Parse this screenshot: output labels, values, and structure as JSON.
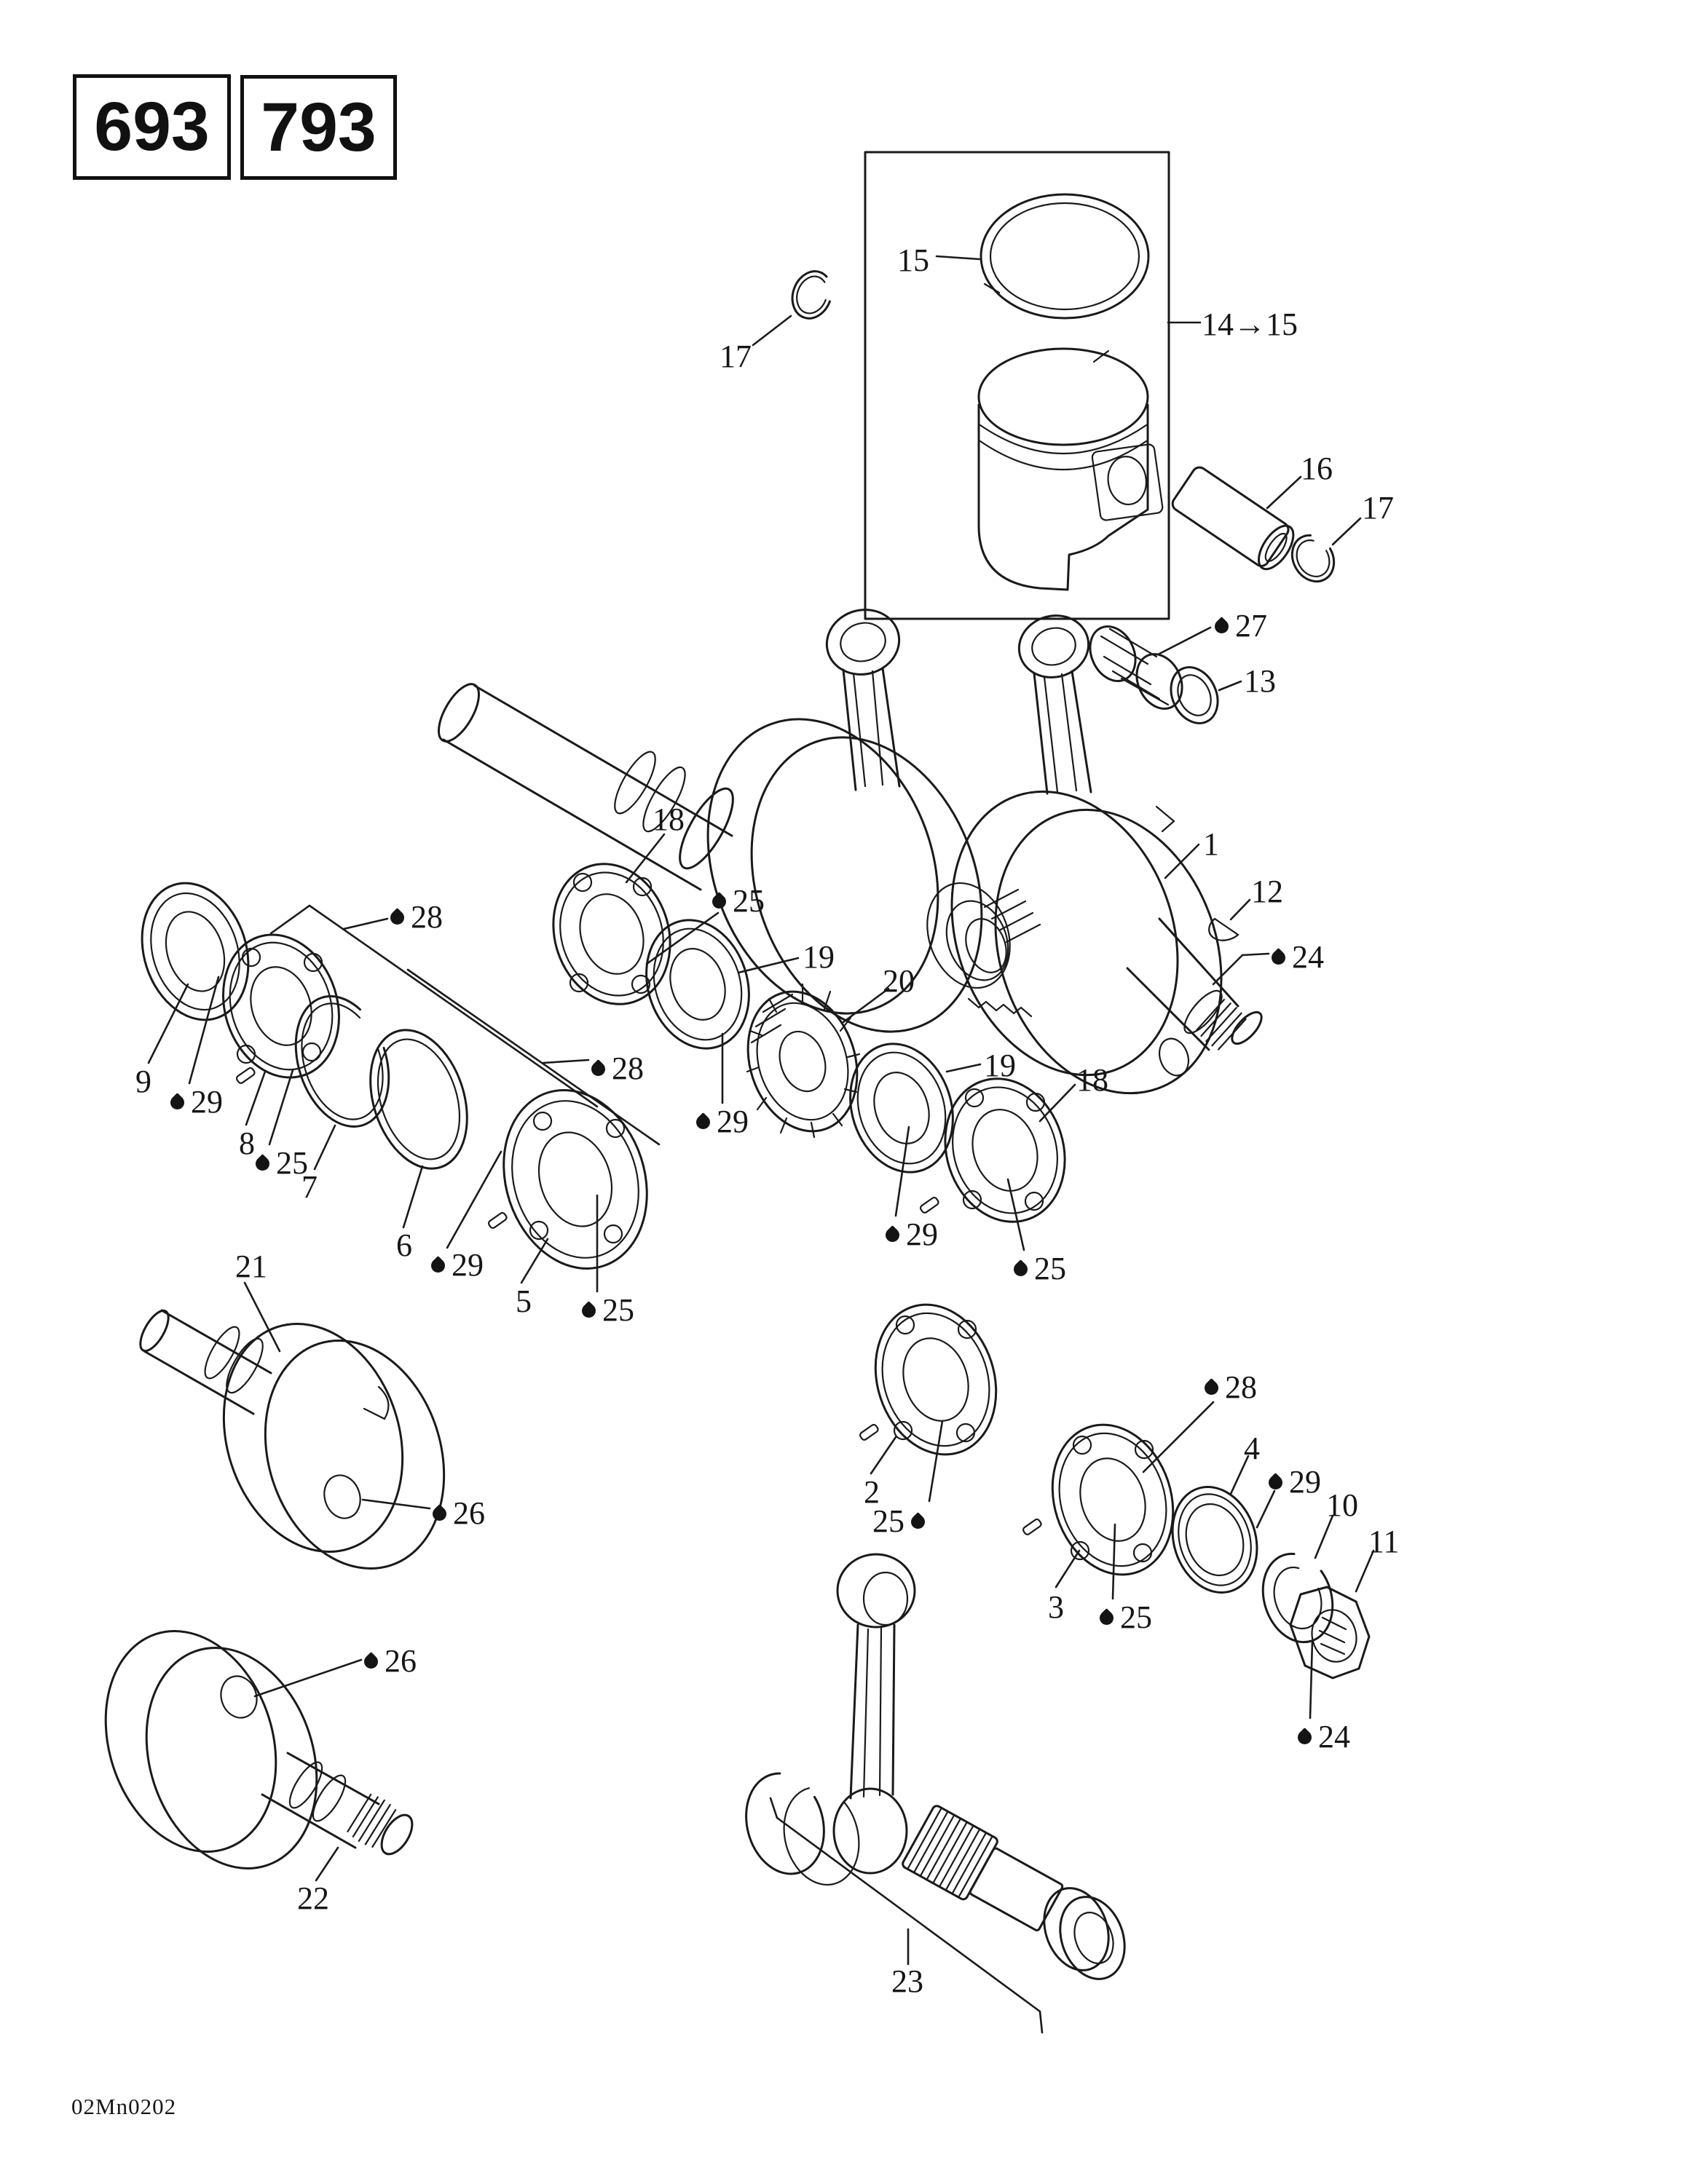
{
  "page": {
    "type": "exploded-parts-diagram",
    "subject": "crankshaft and pistons",
    "footer_code": "02Mn0202"
  },
  "colors": {
    "ink": "#1a1a1a",
    "paper": "#ffffff"
  },
  "models": [
    {
      "label": "693"
    },
    {
      "label": "793"
    }
  ],
  "icons": {
    "oil_drop": "oil-drop-icon"
  },
  "callouts": [
    {
      "text": "15",
      "drop": "none"
    },
    {
      "text": "17",
      "drop": "none"
    },
    {
      "text": "14→15",
      "drop": "none"
    },
    {
      "text": "16",
      "drop": "none"
    },
    {
      "text": "17",
      "drop": "none"
    },
    {
      "text": "27",
      "drop": "before"
    },
    {
      "text": "13",
      "drop": "none"
    },
    {
      "text": "18",
      "drop": "none"
    },
    {
      "text": "25",
      "drop": "before"
    },
    {
      "text": "19",
      "drop": "none"
    },
    {
      "text": "20",
      "drop": "none"
    },
    {
      "text": "28",
      "drop": "before"
    },
    {
      "text": "28",
      "drop": "before"
    },
    {
      "text": "1",
      "drop": "none"
    },
    {
      "text": "12",
      "drop": "none"
    },
    {
      "text": "24",
      "drop": "before"
    },
    {
      "text": "9",
      "drop": "none"
    },
    {
      "text": "29",
      "drop": "before"
    },
    {
      "text": "8",
      "drop": "none"
    },
    {
      "text": "25",
      "drop": "before"
    },
    {
      "text": "7",
      "drop": "none"
    },
    {
      "text": "6",
      "drop": "none"
    },
    {
      "text": "29",
      "drop": "before"
    },
    {
      "text": "5",
      "drop": "none"
    },
    {
      "text": "25",
      "drop": "before"
    },
    {
      "text": "29",
      "drop": "before"
    },
    {
      "text": "21",
      "drop": "none"
    },
    {
      "text": "26",
      "drop": "before"
    },
    {
      "text": "19",
      "drop": "none"
    },
    {
      "text": "18",
      "drop": "none"
    },
    {
      "text": "29",
      "drop": "before"
    },
    {
      "text": "25",
      "drop": "before"
    },
    {
      "text": "2",
      "drop": "none"
    },
    {
      "text": "25",
      "drop": "after"
    },
    {
      "text": "3",
      "drop": "none"
    },
    {
      "text": "25",
      "drop": "before"
    },
    {
      "text": "28",
      "drop": "before"
    },
    {
      "text": "4",
      "drop": "none"
    },
    {
      "text": "29",
      "drop": "before"
    },
    {
      "text": "10",
      "drop": "none"
    },
    {
      "text": "11",
      "drop": "none"
    },
    {
      "text": "24",
      "drop": "before"
    },
    {
      "text": "26",
      "drop": "before"
    },
    {
      "text": "22",
      "drop": "none"
    },
    {
      "text": "23",
      "drop": "none"
    }
  ]
}
